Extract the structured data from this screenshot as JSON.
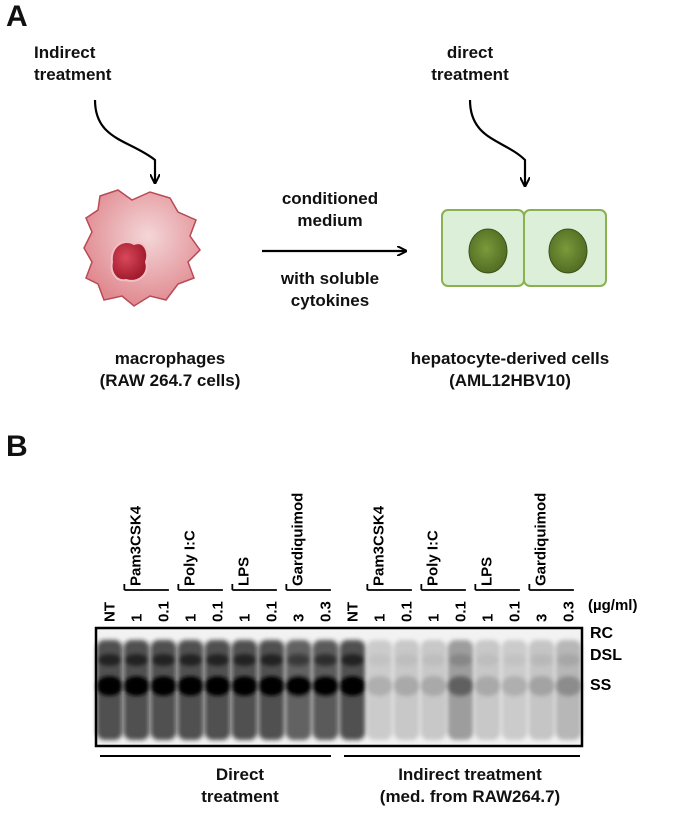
{
  "panel_a": {
    "letter": "A",
    "indirect_label": [
      "Indirect",
      "treatment"
    ],
    "direct_label": [
      "direct",
      "treatment"
    ],
    "arrow_label_top": [
      "conditioned",
      "medium"
    ],
    "arrow_label_bottom": [
      "with soluble",
      "cytokines"
    ],
    "macrophage_name": "macrophages",
    "macrophage_sub": "(RAW 264.7 cells)",
    "hepatocyte_name": "hepatocyte-derived cells",
    "hepatocyte_sub": "(AML12HBV10)"
  },
  "panel_b": {
    "letter": "B",
    "units": "(µg/ml)",
    "lanes": [
      "NT",
      "1",
      "0.1",
      "1",
      "0.1",
      "1",
      "0.1",
      "3",
      "0.3",
      "NT",
      "1",
      "0.1",
      "1",
      "0.1",
      "1",
      "0.1",
      "3",
      "0.3"
    ],
    "groups": [
      {
        "name": "Pam3CSK4",
        "lanes": [
          1,
          2
        ]
      },
      {
        "name": "Poly I:C",
        "lanes": [
          3,
          4
        ]
      },
      {
        "name": "LPS",
        "lanes": [
          5,
          6
        ]
      },
      {
        "name": "Gardiquimod",
        "lanes": [
          7,
          8
        ]
      },
      {
        "name": "Pam3CSK4",
        "lanes": [
          10,
          11
        ]
      },
      {
        "name": "Poly I:C",
        "lanes": [
          12,
          13
        ]
      },
      {
        "name": "LPS",
        "lanes": [
          14,
          15
        ]
      },
      {
        "name": "Gardiquimod",
        "lanes": [
          16,
          17
        ]
      }
    ],
    "band_labels": [
      "RC",
      "DSL",
      "SS"
    ],
    "lane_intensity": [
      1.0,
      1.0,
      1.0,
      1.0,
      1.0,
      1.0,
      1.0,
      0.9,
      0.95,
      1.0,
      0.28,
      0.3,
      0.3,
      0.55,
      0.3,
      0.28,
      0.32,
      0.4
    ],
    "direct_caption": [
      "Direct",
      "treatment"
    ],
    "indirect_caption": [
      "Indirect treatment",
      "(med. from RAW264.7)"
    ]
  },
  "colors": {
    "macrophage_fill": "#e8a0a4",
    "macrophage_nucleus": "#c0283a",
    "hepatocyte_fill": "#d8efd6",
    "hepatocyte_border": "#8ab050",
    "hepatocyte_nucleus": "#5a7a2a"
  }
}
